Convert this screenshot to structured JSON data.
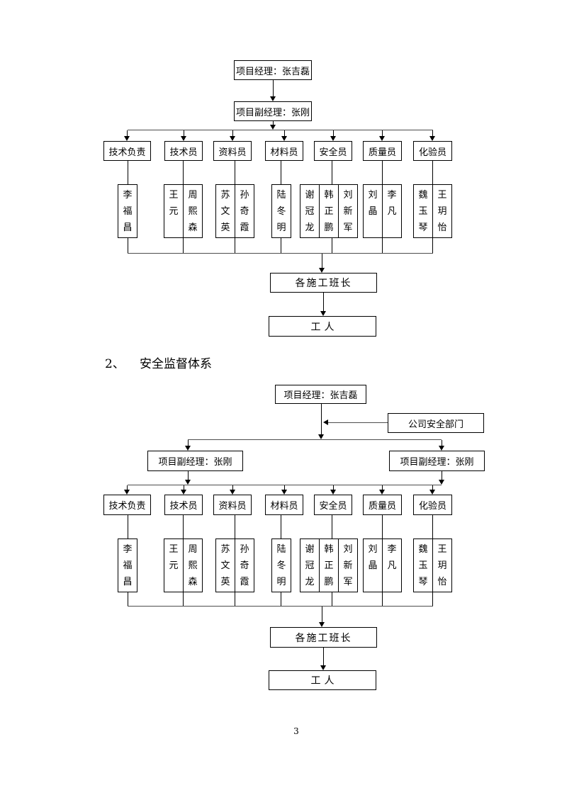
{
  "page": {
    "number": "3"
  },
  "heading": {
    "index": "2、",
    "title": "安全监督体系"
  },
  "org": {
    "project_manager": "项目经理：张吉磊",
    "deputy_manager": "项目副经理：张刚",
    "company_safety_dept": "公司安全部门",
    "foremen": "各施工班长",
    "workers": "工人",
    "departments": [
      "技术负责",
      "技术员",
      "资料员",
      "材料员",
      "安全员",
      "质量员",
      "化验员"
    ],
    "staff": [
      [
        "李福昌"
      ],
      [
        "王元",
        "周熙森"
      ],
      [
        "苏文英",
        "孙奇霞"
      ],
      [
        "陆冬明"
      ],
      [
        "谢冠龙",
        "韩正鹏",
        "刘新军"
      ],
      [
        "刘晶",
        "李凡"
      ],
      [
        "魏玉琴",
        "王玥怡"
      ]
    ]
  }
}
